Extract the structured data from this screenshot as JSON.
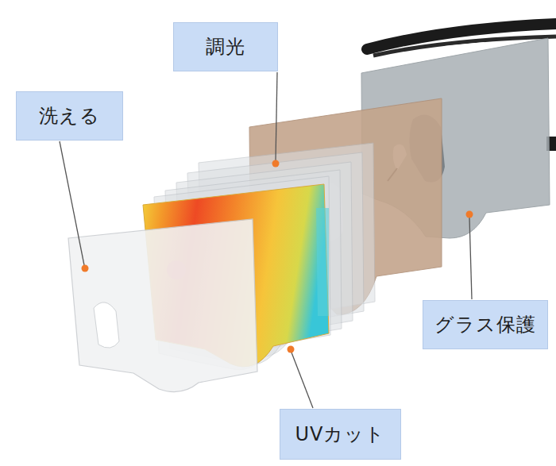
{
  "diagram": {
    "nodes": [
      {
        "text": [
          "調光"
        ]
      },
      {
        "text": [
          "洗える"
        ]
      },
      {
        "text": [
          "グラス保護"
        ]
      },
      {
        "text": [
          "UVカット"
        ]
      }
    ]
  }
}
